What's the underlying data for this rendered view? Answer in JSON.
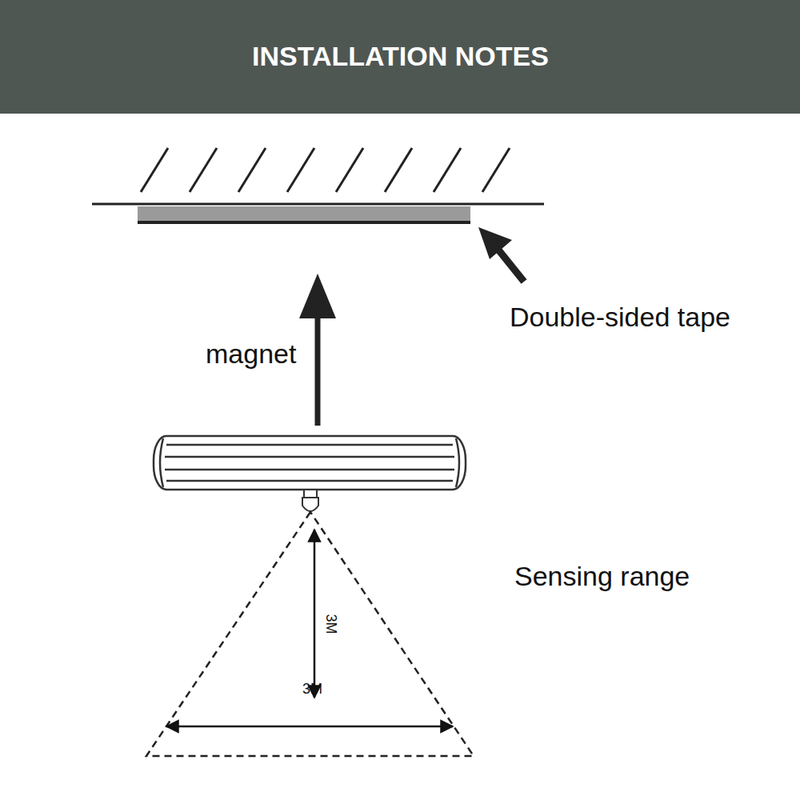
{
  "diagram": {
    "title": "INSTALLATION NOTES",
    "labels": [
      "Double-sided tape",
      "magnet",
      "Sensing range",
      "3M",
      "3M"
    ]
  }
}
